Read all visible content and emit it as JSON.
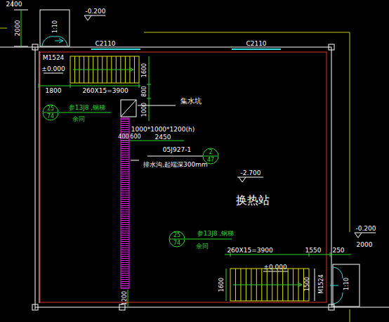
{
  "diagram": {
    "nodes": [
      {
        "text": [
          "25",
          "74"
        ]
      },
      {
        "text": [
          "2",
          "47"
        ]
      },
      {
        "text": [
          "25",
          "74"
        ]
      }
    ],
    "labels": [
      "2400",
      "-0.200",
      "2000",
      "1:10",
      "C2110",
      "C2110",
      "M1524",
      "±0.000",
      "1600",
      "1800",
      "260X15=3900",
      "800",
      "1000",
      "参13J8 ,钢梯",
      "余同",
      "集水坑",
      "1000*1000*1200(h)",
      "400",
      "600",
      "2450",
      "05J927-1",
      "排水沟,起端深300mm",
      "-2.700",
      "换热站",
      "参13J8 ,钢梯",
      "余同",
      "260X15=3900",
      "1550",
      "250",
      "2000",
      "-0.200",
      "±0.000",
      "1600",
      "1500",
      "M1524",
      "1:10",
      "1200"
    ]
  }
}
